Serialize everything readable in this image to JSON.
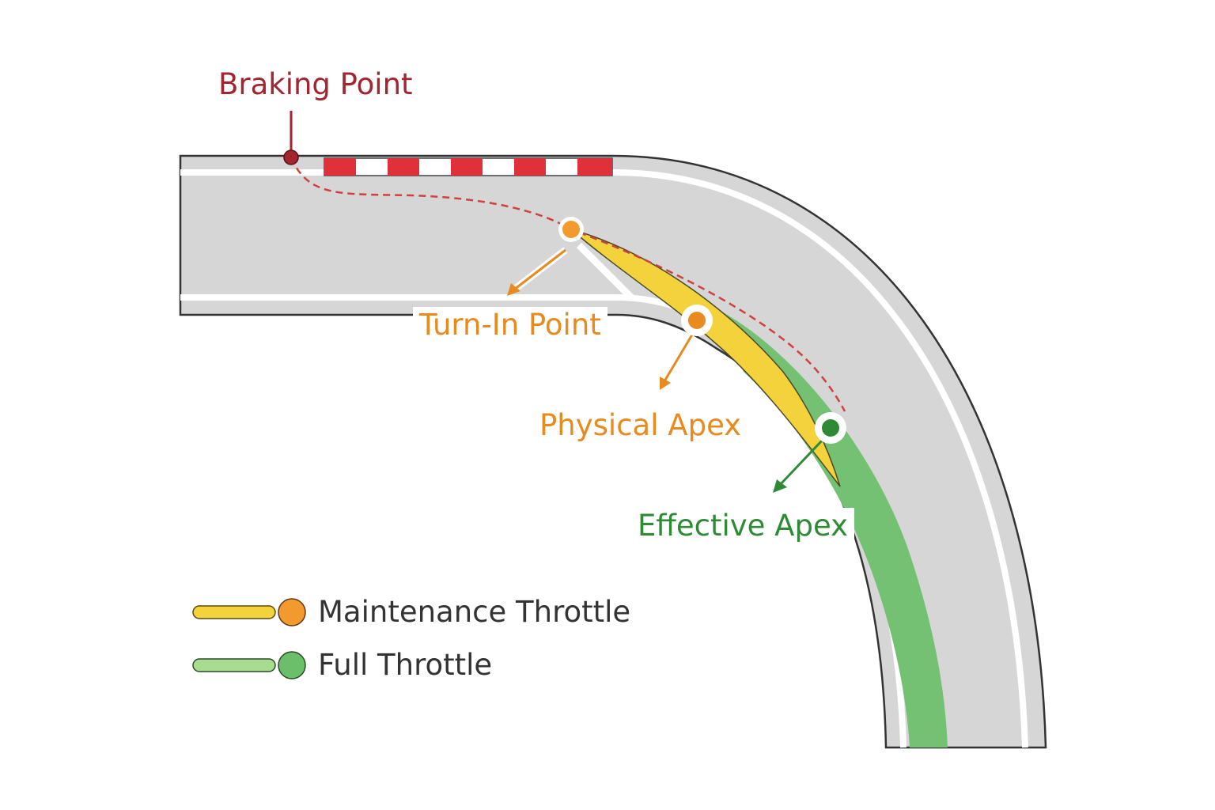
{
  "labels": {
    "braking_point": "Braking Point",
    "turn_in_point": "Turn-In Point",
    "physical_apex": "Physical Apex",
    "effective_apex": "Effective Apex"
  },
  "legend": [
    {
      "label": "Maintenance Throttle",
      "color": "#f4d23c",
      "dot_color": "#f39a2e"
    },
    {
      "label": "Full Throttle",
      "color": "#74c174",
      "dot_color": "#6bbf6b"
    }
  ],
  "colors": {
    "track": "#d6d6d6",
    "kerb_red": "#e0303a",
    "braking": "#a3252f",
    "turn_in": "#e98a1f",
    "apex": "#2f8a36",
    "racing_line": "#d04040"
  }
}
